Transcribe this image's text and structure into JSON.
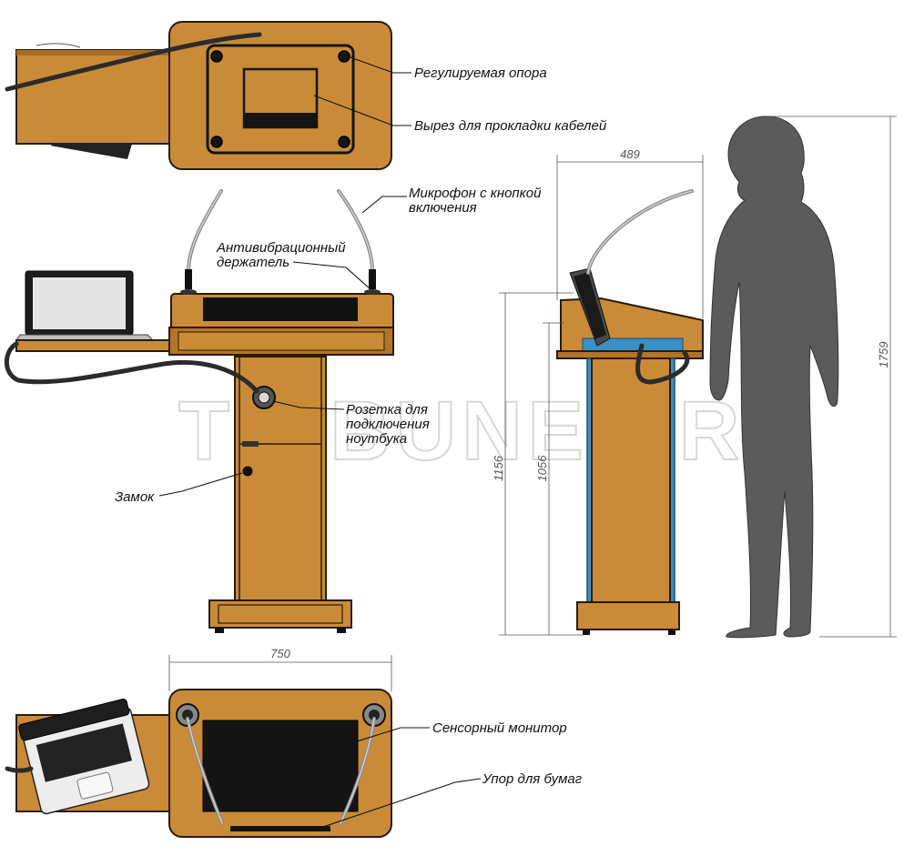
{
  "watermark": "TRIBUNE.PRO",
  "labels": {
    "adjustable_support": "Регулируемая опора",
    "cable_cutout": "Вырез для прокладки кабелей",
    "microphone_line1": "Микрофон с кнопкой",
    "microphone_line2": "включения",
    "antivibration_line1": "Антивибрационный",
    "antivibration_line2": "держатель",
    "socket_line1": "Розетка для",
    "socket_line2": "подключения",
    "socket_line3": "ноутбука",
    "lock": "Замок",
    "touch_monitor": "Сенсорный монитор",
    "paper_stop": "Упор для бумаг"
  },
  "dimensions": {
    "side_depth": "489",
    "front_width": "750",
    "height_total": "1156",
    "height_desk": "1056",
    "person_height": "1759"
  },
  "colors": {
    "wood": "#c98b37",
    "wood_edge": "#2a1a08",
    "dark": "#141414",
    "side_panel_blue": "#3a8fc4",
    "person": "#5b5b5b"
  }
}
